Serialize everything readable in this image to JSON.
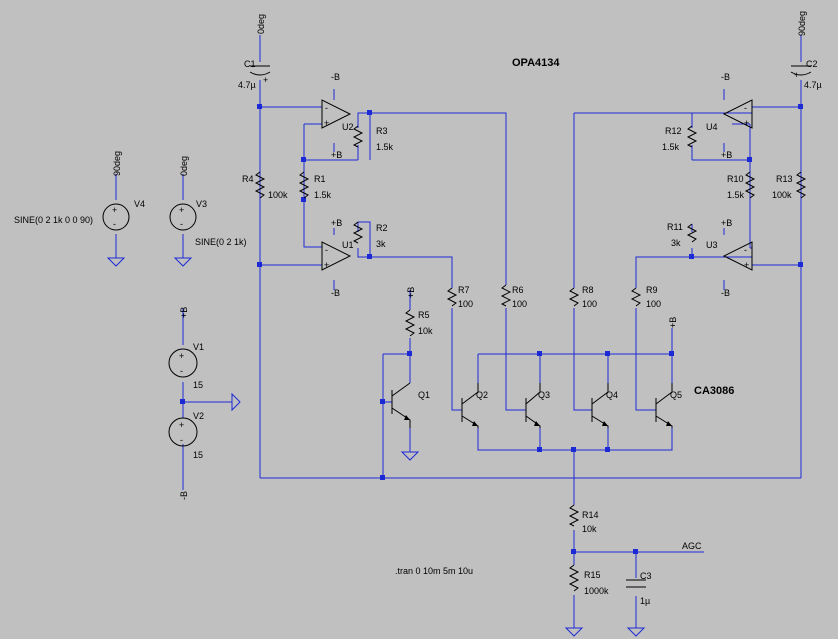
{
  "labels": {
    "C1": "C1",
    "C1v": "4.7µ",
    "C2": "C2",
    "C2v": "4.7µ",
    "U1": "U1",
    "U2": "U2",
    "U3": "U3",
    "U4": "U4",
    "R1": "R1",
    "R1v": "1.5k",
    "R2": "R2",
    "R2v": "3k",
    "R3": "R3",
    "R3v": "1.5k",
    "R4": "R4",
    "R4v": "100k",
    "R5": "R5",
    "R5v": "10k",
    "R6": "R6",
    "R6v": "100",
    "R7": "R7",
    "R7v": "100",
    "R8": "R8",
    "R8v": "100",
    "R9": "R9",
    "R9v": "100",
    "R10": "R10",
    "R10v": "1.5k",
    "R11": "R11",
    "R11v": "3k",
    "R12": "R12",
    "R12v": "1.5k",
    "R13": "R13",
    "R13v": "100k",
    "R14": "R14",
    "R14v": "10k",
    "R15": "R15",
    "R15v": "1000k",
    "C3": "C3",
    "C3v": "1µ",
    "V1": "V1",
    "V1v": "15",
    "V2": "V2",
    "V2v": "15",
    "V3": "V3",
    "V3v": "SINE(0 2 1k)",
    "V4": "V4",
    "V4v": "SINE(0 2 1k 0 0 90)",
    "Q1": "Q1",
    "Q2": "Q2",
    "Q3": "Q3",
    "Q4": "Q4",
    "Q5": "Q5",
    "opa": "OPA4134",
    "ca": "CA3086",
    "n0deg": "0deg",
    "n90deg": "90deg",
    "pB": "+B",
    "mB": "-B",
    "agc": "AGC",
    "tran": ".tran 0 10m 5m 10u"
  }
}
